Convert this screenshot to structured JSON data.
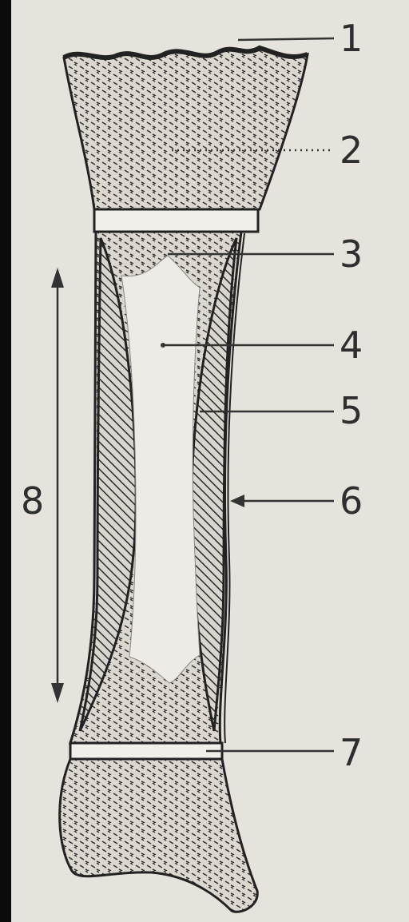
{
  "diagram": {
    "colors": {
      "paper": "#e6e3dc",
      "ink": "#2e2e2e",
      "cavity": "#ecebe6",
      "left_border": "#0b0b0b"
    },
    "labels": {
      "1": "1",
      "2": "2",
      "3": "3",
      "4": "4",
      "5": "5",
      "6": "6",
      "7": "7",
      "8": "8"
    }
  }
}
